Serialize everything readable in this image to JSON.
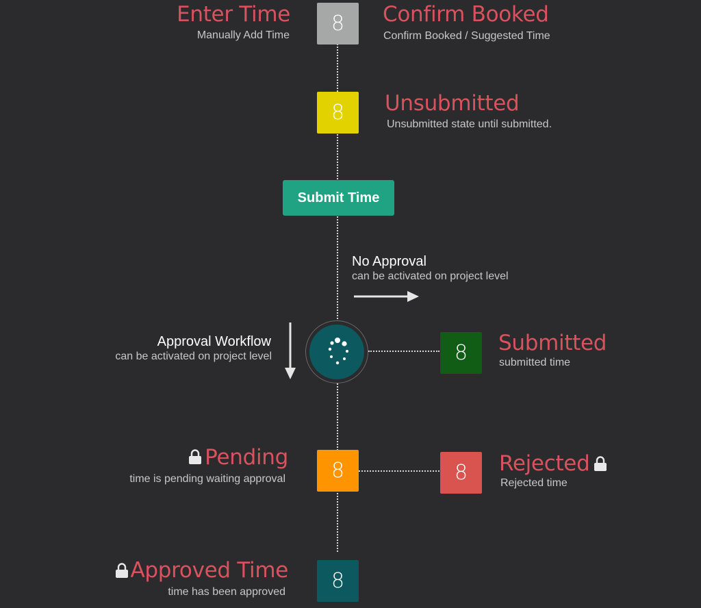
{
  "steps": {
    "enter_time": {
      "title": "Enter Time",
      "subtitle": "Manually Add Time",
      "value": "8",
      "color": "#a6a8a8"
    },
    "confirm_booked": {
      "title": "Confirm Booked",
      "subtitle": "Confirm Booked / Suggested Time"
    },
    "unsubmitted": {
      "title": "Unsubmitted",
      "subtitle": "Unsubmitted state until submitted.",
      "value": "8",
      "color": "#e2d300"
    },
    "submit": {
      "label": "Submit Time",
      "color": "#1fa383"
    },
    "no_approval": {
      "title": "No Approval",
      "subtitle": "can be activated on project level"
    },
    "approval_workflow": {
      "title": "Approval Workflow",
      "subtitle": "can be activated on project level",
      "color": "#0c5a5f"
    },
    "submitted": {
      "title": "Submitted",
      "subtitle": "submitted time",
      "value": "8",
      "color": "#115d16"
    },
    "pending": {
      "title": "Pending",
      "subtitle": "time is pending waiting approval",
      "value": "8",
      "color": "#fe9400"
    },
    "rejected": {
      "title": "Rejected",
      "subtitle": "Rejected time",
      "value": "8",
      "color": "#d9534f"
    },
    "approved": {
      "title": "Approved Time",
      "subtitle": "time has been approved",
      "value": "8",
      "color": "#0c5a5f"
    }
  },
  "colors": {
    "background": "#2b2a2c",
    "title_red": "#d9535f",
    "connector": "#d9d9d9"
  },
  "icons": {
    "lock": "lock-icon",
    "arrow_right": "arrow-right-icon",
    "arrow_down": "arrow-down-icon",
    "spinner": "loading-spinner-icon"
  }
}
